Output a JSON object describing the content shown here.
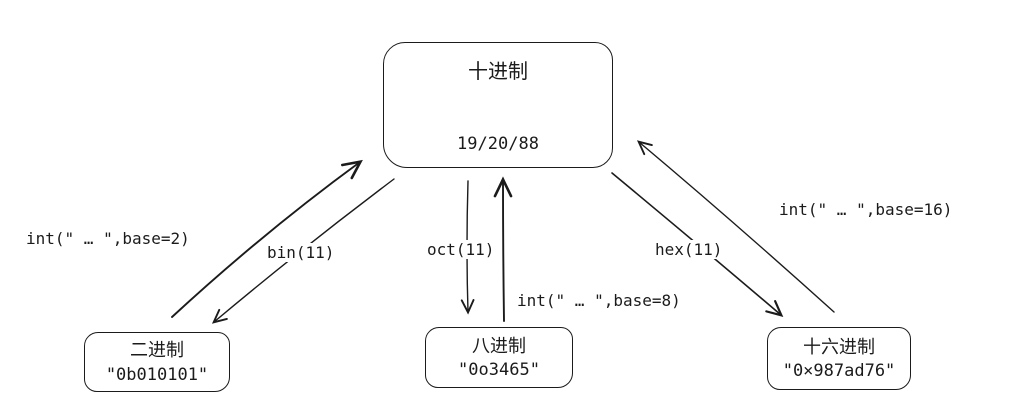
{
  "canvas": {
    "background": "#ffffff",
    "ink_color": "#1b1b1b"
  },
  "nodes": {
    "decimal": {
      "title": "十进制",
      "value": "19/20/88"
    },
    "binary": {
      "title": "二进制",
      "value": "\"0b010101\""
    },
    "octal": {
      "title": "八进制",
      "value": "\"0o3465\""
    },
    "hex": {
      "title": "十六进制",
      "value": "\"0×987ad76\""
    }
  },
  "edges": {
    "int_base2": {
      "label": "int(\" … \",base=2)",
      "from": "binary",
      "to": "decimal"
    },
    "bin": {
      "label": "bin(11)",
      "from": "decimal",
      "to": "binary"
    },
    "oct": {
      "label": "oct(11)",
      "from": "decimal",
      "to": "octal"
    },
    "int_base8": {
      "label": "int(\" … \",base=8)",
      "from": "octal",
      "to": "decimal"
    },
    "hex": {
      "label": "hex(11)",
      "from": "decimal",
      "to": "hex"
    },
    "int_base16": {
      "label": "int(\" … \",base=16)",
      "from": "hex",
      "to": "decimal"
    }
  }
}
